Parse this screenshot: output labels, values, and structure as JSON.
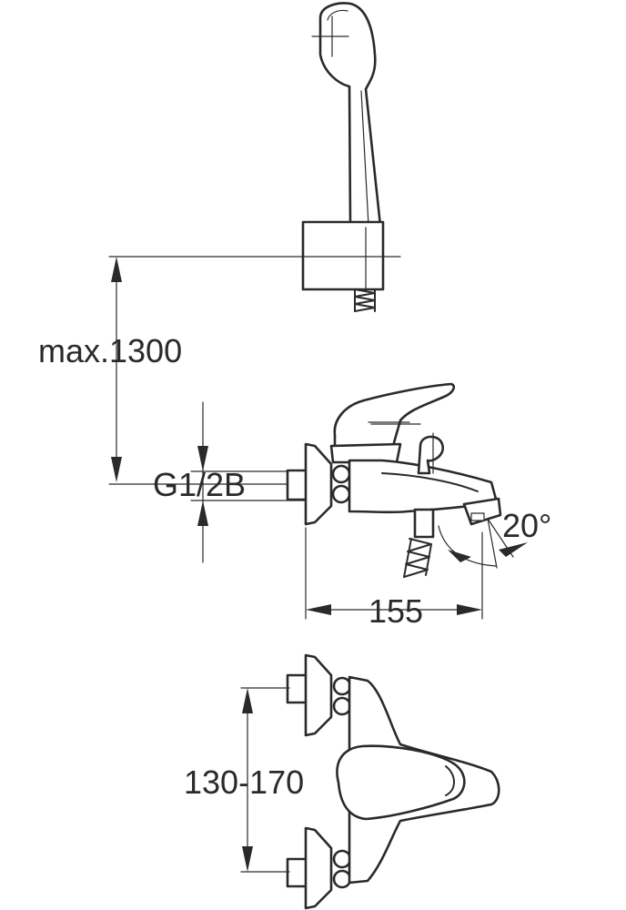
{
  "dimensions": {
    "height_max": "max.1300",
    "thread": "G1/2B",
    "depth": "155",
    "angle": "20°",
    "centers": "130-170"
  },
  "colors": {
    "line": "#2a2a2a",
    "background": "#ffffff"
  }
}
